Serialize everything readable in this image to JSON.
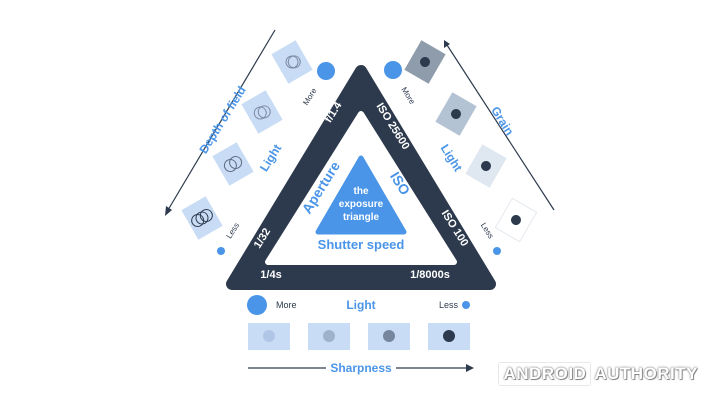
{
  "colors": {
    "navy": "#2d3a4d",
    "accent": "#4a95e8",
    "tile_blue": "#c9dcf5",
    "tile_grain_light": "#dfe7f1",
    "tile_grain_mid": "#b4c3d4",
    "tile_grain_dark": "#8f9cab",
    "tile_white": "#ffffff"
  },
  "triangle": {
    "center_line1": "the",
    "center_line2": "exposure",
    "center_line3": "triangle",
    "aperture": "Aperture",
    "iso": "ISO",
    "shutter": "Shutter speed",
    "f_stop": "f/1.4",
    "iso_high": "ISO 25600",
    "iso_low": "ISO 100",
    "shutter_slow": "1/32",
    "shutter_slower": "1/4s",
    "shutter_fast": "1/8000s"
  },
  "left_scale": {
    "axis_label": "Depth of field",
    "light_label": "Light",
    "more": "More",
    "less": "Less"
  },
  "right_scale": {
    "axis_label": "Grain",
    "light_label": "Light",
    "more": "More",
    "less": "Less"
  },
  "bottom_scale": {
    "axis_label": "Sharpness",
    "light_label": "Light",
    "more": "More",
    "less": "Less"
  },
  "watermark": {
    "brand": "ANDROID",
    "brand2": "AUTHORITY"
  }
}
